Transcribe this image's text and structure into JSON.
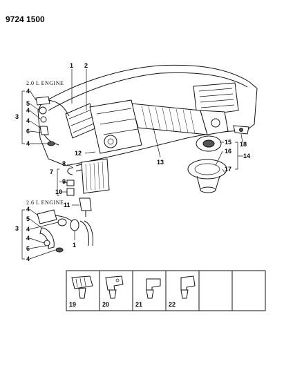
{
  "document_number": "9724 1500",
  "engine_labels": {
    "upper": "2.0 L ENGINE",
    "lower": "2.6 L ENGINE"
  },
  "callouts": {
    "c1": "1",
    "c2": "2",
    "c3a": "3",
    "c4a": "4",
    "c5a": "5",
    "c4b": "4",
    "c6a": "6",
    "c4c": "4",
    "c12": "12",
    "c8": "8",
    "c7": "7",
    "c9": "9",
    "c10": "10",
    "c11": "11",
    "c13": "13",
    "c15": "15",
    "c16": "16",
    "c14": "14",
    "c17": "17",
    "c18": "18",
    "c3b": "3",
    "c4d": "4",
    "c5b": "5",
    "c4e": "4",
    "c6b": "6",
    "c4f": "4",
    "c1b": "1"
  },
  "detail_panels": [
    "19",
    "20",
    "21",
    "22"
  ]
}
